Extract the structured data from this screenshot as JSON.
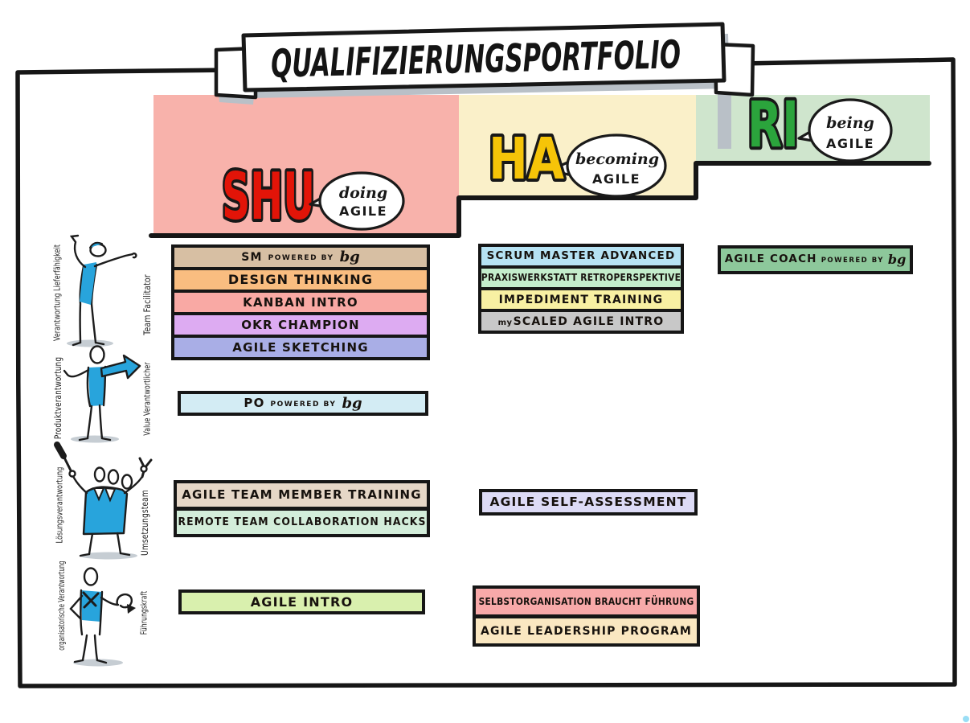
{
  "banner": {
    "title": "QUALIFIZIERUNGSPORTFOLIO"
  },
  "columns": [
    {
      "id": "shu",
      "letters": "SHU",
      "letter_color": "#e21408",
      "bg": "#f8b2ab",
      "bubble": {
        "line1": "doing",
        "line2": "AGILE"
      }
    },
    {
      "id": "ha",
      "letters": "HA",
      "letter_color": "#f6c408",
      "bg": "#faf0c9",
      "bubble": {
        "line1": "becoming",
        "line2": "AGILE"
      }
    },
    {
      "id": "ri",
      "letters": "RI",
      "letter_color": "#2ba43c",
      "bg": "#cfe5cd",
      "bubble": {
        "line1": "being",
        "line2": "AGILE"
      }
    }
  ],
  "roles": [
    {
      "left_label": "Verantwortung Lieferfähigkeit",
      "right_label": "Team Facilitator"
    },
    {
      "left_label": "Produktverantwortung",
      "right_label": "Value Verantwortlicher"
    },
    {
      "left_label": "Lösungsverantwortung",
      "right_label": "Umsetzungsteam"
    },
    {
      "left_label": "organisatorische Verantwortung",
      "right_label": "Führungskraft"
    }
  ],
  "courses": {
    "shu_stack": [
      {
        "main": "SM",
        "small": "POWERED BY",
        "logo": "bg",
        "color": "#d7bfa3"
      },
      {
        "label": "DESIGN THINKING",
        "color": "#f9bd80"
      },
      {
        "label": "KANBAN INTRO",
        "color": "#f9a9a4"
      },
      {
        "label": "OKR CHAMPION",
        "color": "#ddabf2"
      },
      {
        "label": "AGILE SKETCHING",
        "color": "#a9aee6"
      }
    ],
    "shu_po": {
      "main": "PO",
      "small": "POWERED BY",
      "logo": "bg",
      "color": "#d3ecf4"
    },
    "shu_team": [
      {
        "label": "AGILE TEAM MEMBER TRAINING",
        "color": "#e6d7c7"
      },
      {
        "label": "REMOTE TEAM COLLABORATION HACKS",
        "color": "#d3edda"
      }
    ],
    "shu_intro": {
      "label": "AGILE INTRO",
      "color": "#d9f0ae"
    },
    "ha_stack": [
      {
        "label": "SCRUM MASTER ADVANCED",
        "color": "#b6e2f3"
      },
      {
        "label": "PRAXISWERKSTATT RETROPERSPEKTIVE",
        "color": "#c4edcc"
      },
      {
        "label": "IMPEDIMENT TRAINING",
        "color": "#f8f0a3"
      },
      {
        "mini": "my",
        "label": "SCALED AGILE INTRO",
        "color": "#c8c8c8"
      }
    ],
    "ha_assessment": {
      "label": "AGILE SELF-ASSESSMENT",
      "color": "#dddbf6"
    },
    "ha_leadership": [
      {
        "label": "SELBSTORGANISATION BRAUCHT FÜHRUNG",
        "color": "#f8a9a9"
      },
      {
        "label": "AGILE LEADERSHIP PROGRAM",
        "color": "#fae7c1"
      }
    ],
    "ri_coach": {
      "main": "AGILE COACH",
      "small": "POWERED BY",
      "logo": "bg",
      "color": "#8dc89b"
    }
  }
}
